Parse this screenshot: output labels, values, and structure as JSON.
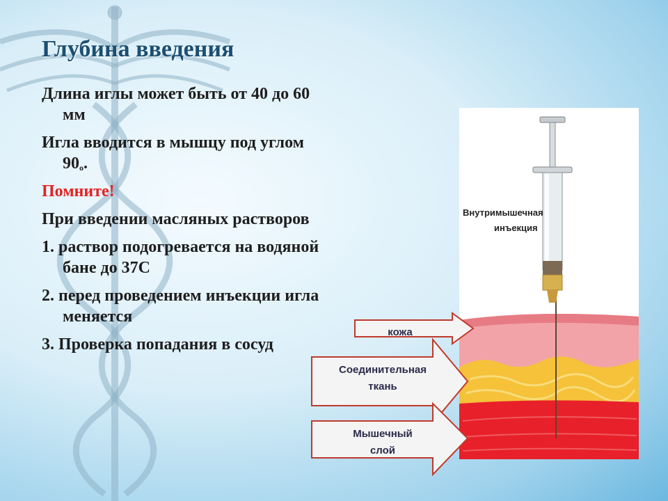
{
  "slide": {
    "title": "Глубина введения",
    "lines": [
      "Длина иглы может быть от 40 до 60 мм",
      "Игла вводится в мышцу под углом 90",
      "Помните!",
      "При введении масляных растворов",
      "1. раствор подогревается на водяной бане до 37С",
      "2. перед проведением инъекции игла меняется",
      "3. Проверка попадания в сосуд"
    ],
    "degree_mark": "о",
    "degree_suffix": "."
  },
  "diagram": {
    "syringe_caption_line1": "Внутримышечная",
    "syringe_caption_line2": "инъекция",
    "labels": {
      "skin": "кожа",
      "connective_line1": "Соединительная",
      "connective_line2": "ткань",
      "muscle_line1": "Мышечный",
      "muscle_line2": "слой"
    }
  },
  "colors": {
    "title": "#1b4f73",
    "remember": "#e32222",
    "skin": "#f2a3a8",
    "fat": "#f5c23a",
    "muscle": "#e8202a",
    "arrow_fill": "#f4f4f4",
    "arrow_stroke": "#c0392b"
  }
}
